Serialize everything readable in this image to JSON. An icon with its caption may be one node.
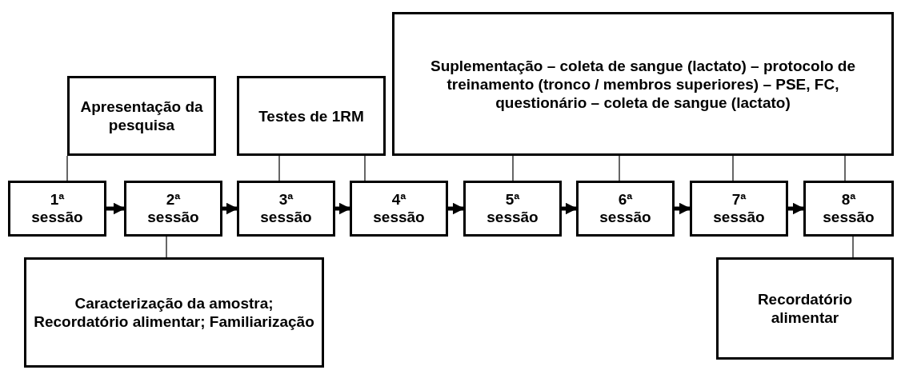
{
  "diagram": {
    "nodes": [
      {
        "text": [
          "Apresentação da pesquisa"
        ]
      },
      {
        "text": [
          "Testes de 1RM"
        ]
      },
      {
        "text": [
          "Suplementação – coleta de sangue (lactato) – protocolo de treinamento (tronco / membros superiores) – PSE, FC, questionário – coleta de sangue (lactato)"
        ]
      },
      {
        "text": [
          "1ª sessão"
        ]
      },
      {
        "text": [
          "2ª sessão"
        ]
      },
      {
        "text": [
          "3ª sessão"
        ]
      },
      {
        "text": [
          "4ª sessão"
        ]
      },
      {
        "text": [
          "5ª sessão"
        ]
      },
      {
        "text": [
          "6ª sessão"
        ]
      },
      {
        "text": [
          "7ª sessão"
        ]
      },
      {
        "text": [
          "8ª sessão"
        ]
      },
      {
        "text": [
          "Caracterização da amostra; Recordatório alimentar; Familiarização"
        ]
      },
      {
        "text": [
          "Recordatório alimentar"
        ]
      }
    ],
    "edges": [
      {
        "from": 3,
        "to": 4,
        "arrow": "to",
        "style": "thick"
      },
      {
        "from": 4,
        "to": 5,
        "arrow": "to",
        "style": "thick"
      },
      {
        "from": 5,
        "to": 6,
        "arrow": "to",
        "style": "thick"
      },
      {
        "from": 6,
        "to": 7,
        "arrow": "to",
        "style": "thick"
      },
      {
        "from": 7,
        "to": 8,
        "arrow": "to",
        "style": "thick"
      },
      {
        "from": 8,
        "to": 9,
        "arrow": "to",
        "style": "thick"
      },
      {
        "from": 9,
        "to": 10,
        "arrow": "to",
        "style": "thick"
      },
      {
        "from": 0,
        "to": 3,
        "arrow": "none"
      },
      {
        "from": 1,
        "to": 5,
        "arrow": "none"
      },
      {
        "from": 1,
        "to": 6,
        "arrow": "none"
      },
      {
        "from": 2,
        "to": 7,
        "arrow": "none"
      },
      {
        "from": 2,
        "to": 8,
        "arrow": "none"
      },
      {
        "from": 2,
        "to": 9,
        "arrow": "none"
      },
      {
        "from": 2,
        "to": 10,
        "arrow": "none"
      },
      {
        "from": 4,
        "to": 11,
        "arrow": "none"
      },
      {
        "from": 10,
        "to": 12,
        "arrow": "none"
      }
    ]
  }
}
